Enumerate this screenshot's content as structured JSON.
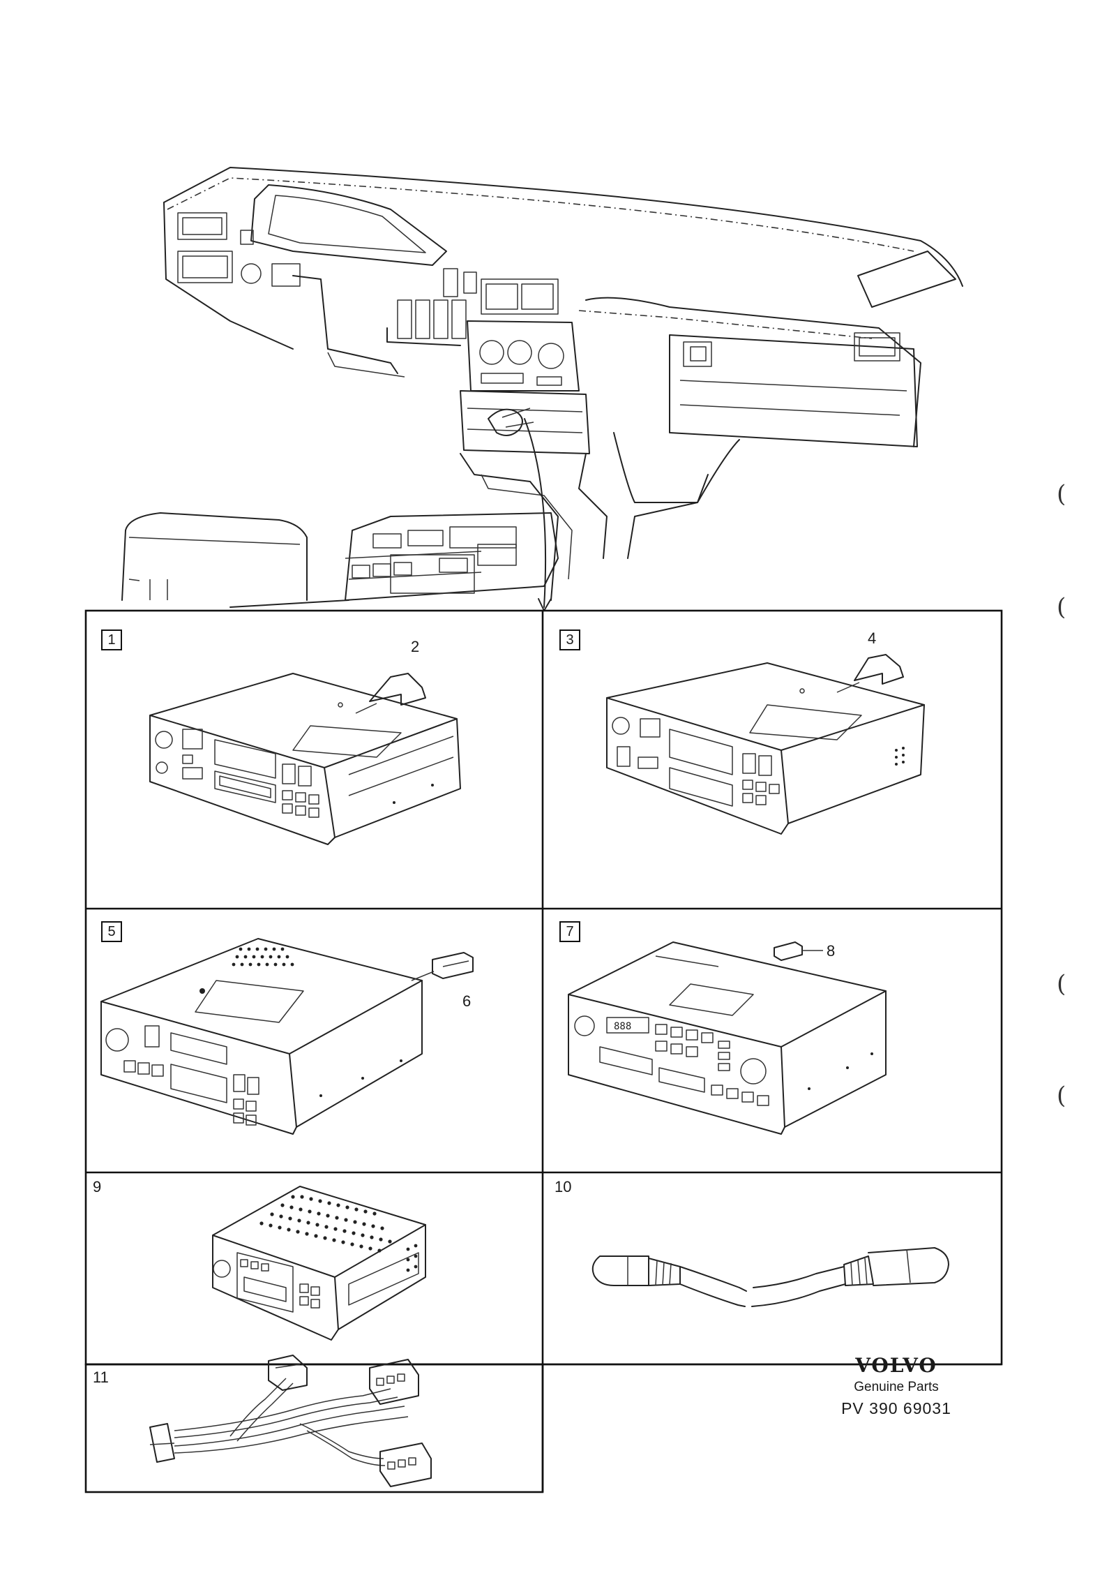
{
  "panels": [
    {
      "id": "1",
      "boxed": true
    },
    {
      "id": "3",
      "boxed": true
    },
    {
      "id": "5",
      "boxed": true
    },
    {
      "id": "7",
      "boxed": true
    },
    {
      "id": "9",
      "boxed": false
    },
    {
      "id": "10",
      "boxed": false
    },
    {
      "id": "11",
      "boxed": false
    }
  ],
  "callouts": {
    "c2": "2",
    "c4": "4",
    "c6": "6",
    "c8": "8"
  },
  "brand": {
    "logo": "VOLVO",
    "subtitle": "Genuine Parts",
    "part_ref": "PV 390 69031"
  },
  "margin_marks": [
    "(",
    "(",
    "(",
    "("
  ]
}
